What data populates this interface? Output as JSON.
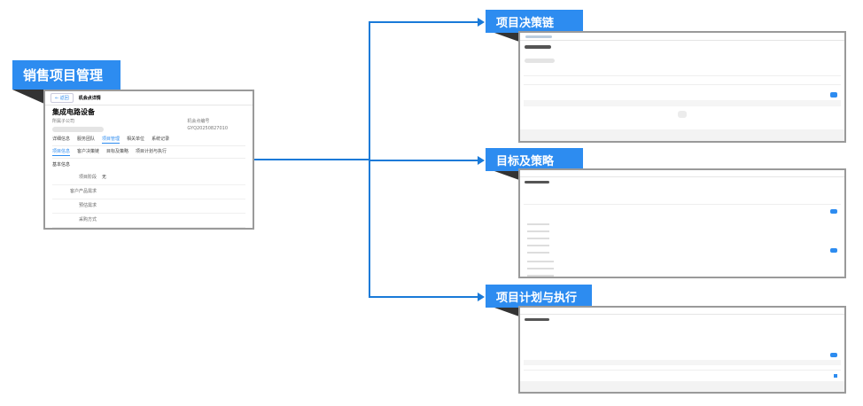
{
  "main": {
    "title": "销售项目管理",
    "color": "#2d8cf0"
  },
  "branches": [
    {
      "title": "项目决策链"
    },
    {
      "title": "目标及策略"
    },
    {
      "title": "项目计划与执行"
    }
  ],
  "screen": {
    "back": "← 返回",
    "page": "机会点详情",
    "company": "集成电路设备",
    "sub_label": "所属子公司",
    "id_label": "机会点编号",
    "id_value": "GYQ20250827010",
    "tabs": [
      "详细信息",
      "服务团队",
      "项目管理",
      "相关单位",
      "系统记录"
    ],
    "subtabs": [
      "项目信息",
      "客户决策链",
      "目标及策略",
      "项目计划与执行"
    ],
    "section": "基本信息",
    "fields": [
      {
        "label": "项目阶段",
        "value": "无"
      },
      {
        "label": "客户产品需求",
        "value": ""
      },
      {
        "label": "预估需求",
        "value": ""
      },
      {
        "label": "采购方式",
        "value": ""
      }
    ]
  }
}
